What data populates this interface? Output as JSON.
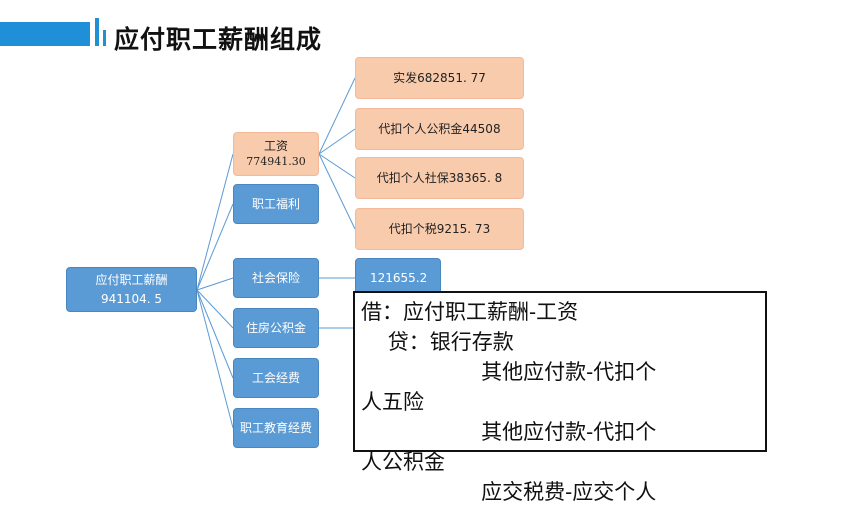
{
  "title": "应付职工薪酬组成",
  "colors": {
    "accent_bar": "#1f8fd8",
    "node_blue": "#5b9bd5",
    "node_peach": "#f8cbad",
    "connector": "#5b9bd5"
  },
  "root": {
    "label": "应付职工薪酬",
    "value": "941104. 5"
  },
  "salary": {
    "label": "工资",
    "value": "774941.30"
  },
  "level1": [
    "职工福利",
    "社会保险",
    "住房公积金",
    "工会经费",
    "职工教育经费"
  ],
  "salary_children": [
    "实发682851. 77",
    "代扣个人公积金44508",
    "代扣个人社保38365. 8",
    "代扣个税9215. 73"
  ],
  "social_insurance_value": "121655.2",
  "journal_lines": [
    "借：应付职工薪酬-工资",
    "    贷：银行存款",
    "                  其他应付款-代扣个",
    "人五险",
    "                  其他应付款-代扣个",
    "人公积金",
    "                  应交税费-应交个人"
  ]
}
